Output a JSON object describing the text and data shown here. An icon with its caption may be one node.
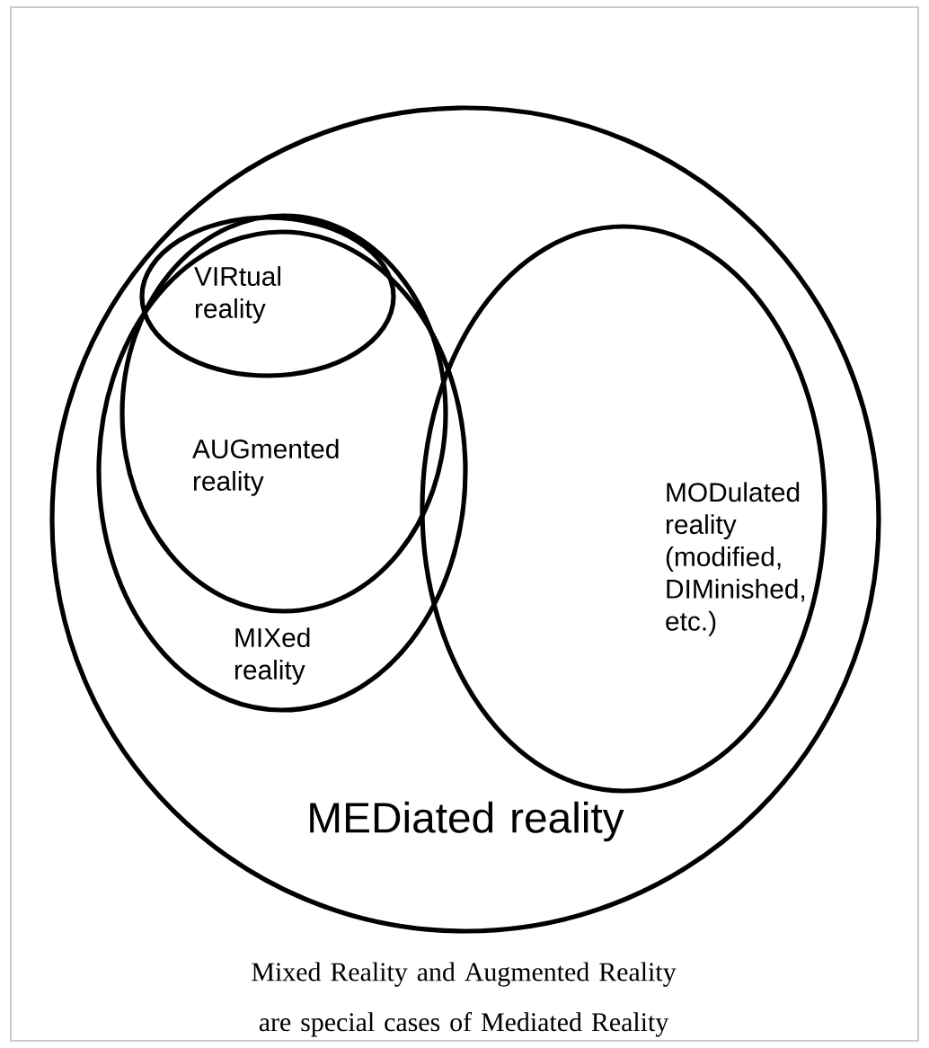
{
  "diagram": {
    "caption": "Mixed Reality and Augmented Reality are special cases of Mediated Reality",
    "nodes": [
      {
        "text": [
          "MEDiated reality"
        ]
      },
      {
        "text": [
          "MIXed reality"
        ],
        "in": 0
      },
      {
        "text": [
          "AUGmented reality"
        ],
        "in": 1
      },
      {
        "text": [
          "VIRtual reality"
        ],
        "in": 2
      },
      {
        "text": [
          "MODulated reality (modified, DIMinished, etc.)"
        ],
        "in": 0
      }
    ]
  }
}
